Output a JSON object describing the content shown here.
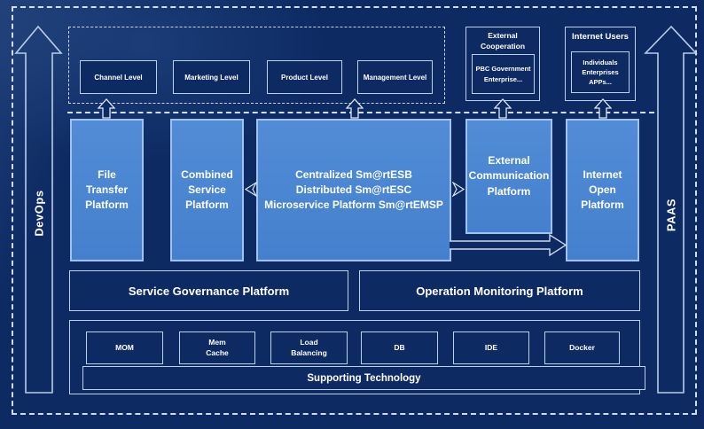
{
  "diagram": {
    "side_rails": {
      "left": "DevOps",
      "right": "PAAS"
    },
    "levels": {
      "items": [
        "Channel Level",
        "Marketing Level",
        "Product Level",
        "Management Level"
      ]
    },
    "external_cooperation": {
      "title": "External\nCooperation",
      "members": "PBC Government\nEnterprise..."
    },
    "internet_users": {
      "title": "Internet Users",
      "members": "Individuals\nEnterprises\nAPPs..."
    },
    "platforms": {
      "file_transfer": "File\nTransfer\nPlatform",
      "combined_service": "Combined\nService\nPlatform",
      "esb": "Centralized Sm@rtESB\nDistributed Sm@rtESC\nMicroservice Platform Sm@rtEMSP",
      "external_communication": "External\nCommunication\nPlatform",
      "internet_open": "Internet\nOpen\nPlatform"
    },
    "governance": "Service Governance Platform",
    "monitoring": "Operation Monitoring Platform",
    "technologies": [
      "MOM",
      "Mem\nCache",
      "Load\nBalancing",
      "DB",
      "IDE",
      "Docker"
    ],
    "supporting": "Supporting Technology",
    "colors": {
      "background": "#0d2a63",
      "platform_blue": "#4a83cf",
      "light_border": "#9fc3ee",
      "dark_box_border": "#bcd2ec",
      "dash_line": "#e4ecf8",
      "text": "#ffffff"
    }
  }
}
